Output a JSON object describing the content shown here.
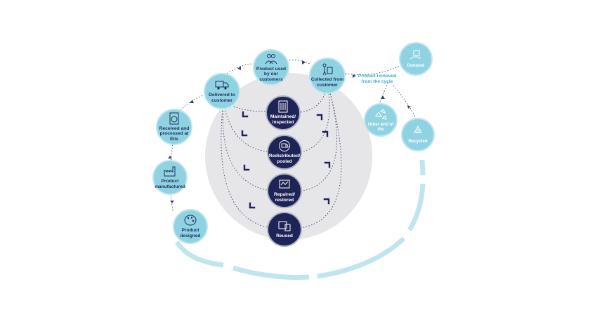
{
  "diagram": {
    "colors": {
      "light_node": "#8fd3e3",
      "dark_node": "#1f2457",
      "inner_circle": "#e6e6e9",
      "dots": "#3b4371",
      "arc_segments": "#bfe6ef",
      "chevrons": "#1f2457",
      "removed_label": "#3aaec8"
    },
    "cycle_nodes": [
      {
        "label": "Product designed",
        "icon": "palette-icon"
      },
      {
        "label": "Product manufactured",
        "icon": "factory-icon"
      },
      {
        "label": "Received and processed at Elis",
        "icon": "washing-machine-icon"
      },
      {
        "label": "Delivered to customer",
        "icon": "truck-icon"
      },
      {
        "label": "Product used by our customers",
        "icon": "people-icon"
      },
      {
        "label": "Collected from customer",
        "icon": "worker-cart-icon"
      }
    ],
    "inner_nodes": [
      {
        "label": "Maintained/ inspected",
        "icon": "checklist-icon"
      },
      {
        "label": "Redistributed/ pooled",
        "icon": "truck-cycle-icon"
      },
      {
        "label": "Repaired/ restored",
        "icon": "sewing-icon"
      },
      {
        "label": "Reused",
        "icon": "shirt-screen-icon"
      }
    ],
    "removed_label": "Product removed from the cycle",
    "end_nodes": [
      {
        "label": "Donated",
        "icon": "hand-box-icon"
      },
      {
        "label": "Other end of life",
        "icon": "pieces-icon"
      },
      {
        "label": "Recycled",
        "icon": "recycle-icon"
      }
    ]
  }
}
